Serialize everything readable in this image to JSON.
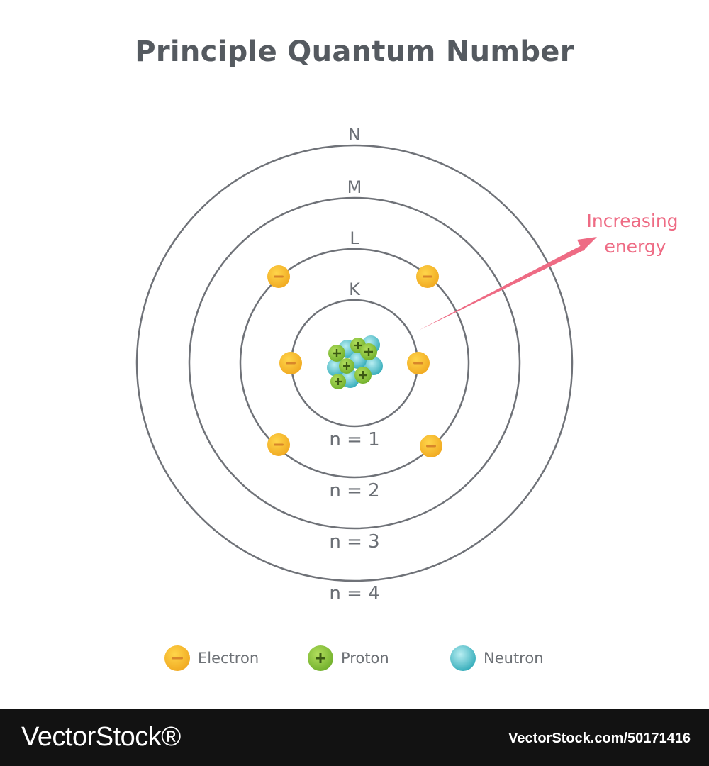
{
  "title": "Principle Quantum Number",
  "shells": [
    {
      "letter": "K",
      "n_label": "n = 1"
    },
    {
      "letter": "L",
      "n_label": "n = 2"
    },
    {
      "letter": "M",
      "n_label": "n = 3"
    },
    {
      "letter": "N",
      "n_label": "n = 4"
    }
  ],
  "arrow": {
    "line1": "Increasing",
    "line2": "energy",
    "color": "#ee6b84"
  },
  "electron": {
    "color": "#f2b52c",
    "symbol": "−"
  },
  "proton": {
    "color": "#8cc63f",
    "symbol": "+"
  },
  "neutron": {
    "color": "#52c4cf"
  },
  "legend": {
    "electron": "Electron",
    "proton": "Proton",
    "neutron": "Neutron"
  },
  "footer": {
    "brand": "VectorStock®",
    "stock_id": "VectorStock.com/50171416"
  }
}
